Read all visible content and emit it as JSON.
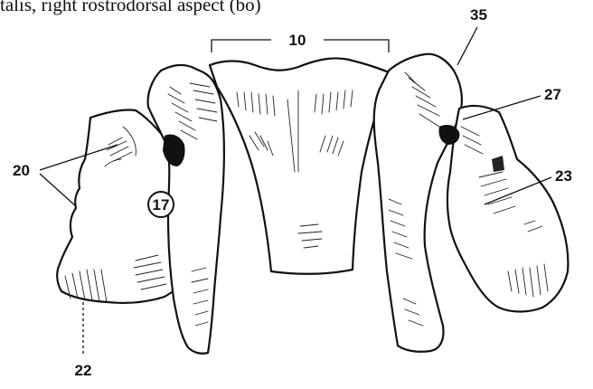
{
  "caption": "talis, right rostrodorsal aspect (bo)",
  "labels": {
    "l10": "10",
    "l35": "35",
    "l27": "27",
    "l20": "20",
    "l17": "17",
    "l23": "23",
    "l22": "22"
  }
}
